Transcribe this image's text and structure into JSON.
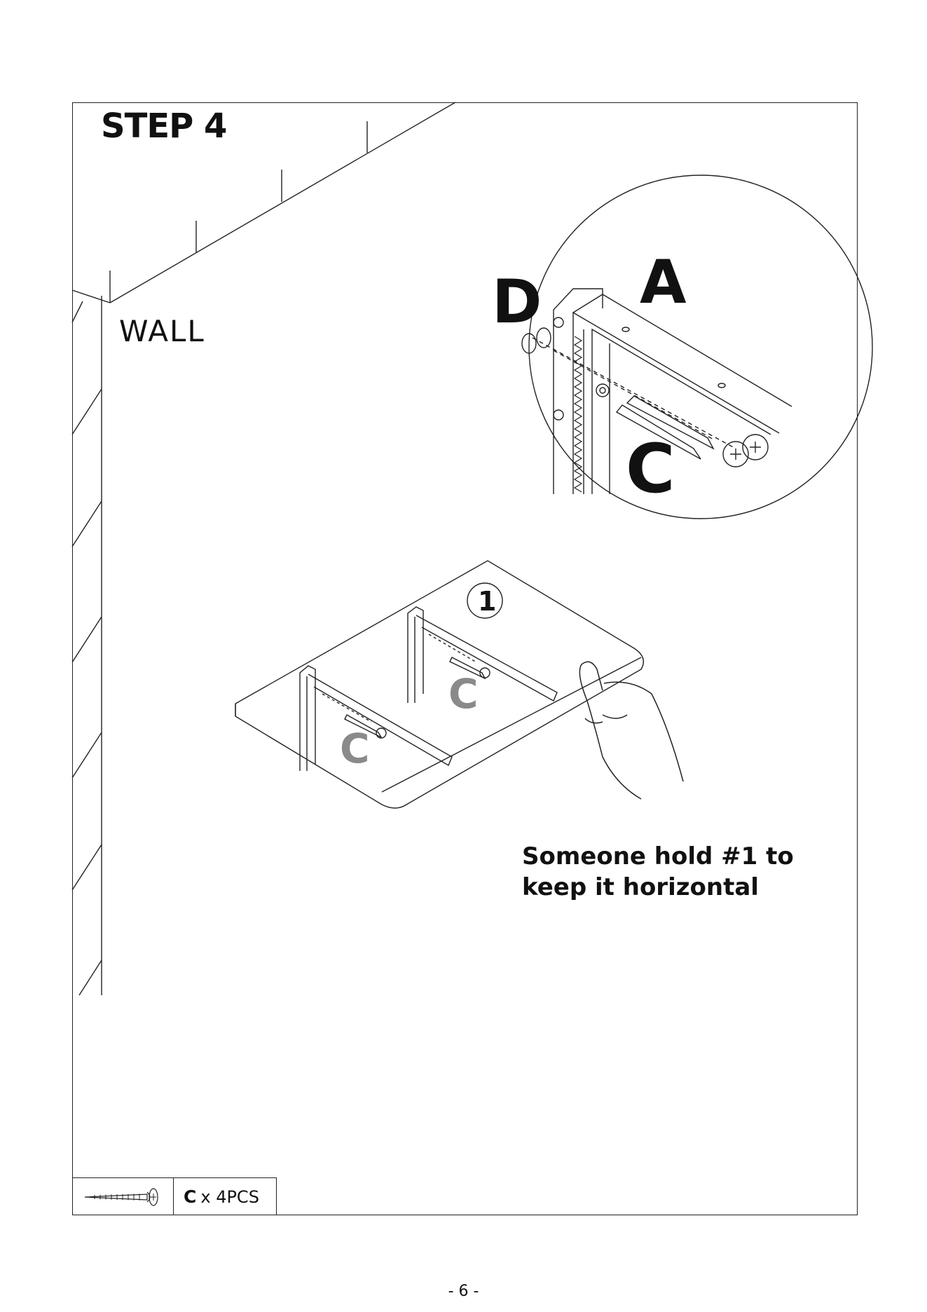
{
  "step": {
    "title": "STEP 4"
  },
  "wall": {
    "label": "WALL"
  },
  "callouts": {
    "d": "D",
    "a": "A",
    "c": "C",
    "c_board_1": "C",
    "c_board_2": "C",
    "part_number": "1"
  },
  "instruction": {
    "line1": "Someone hold #1 to",
    "line2": "keep it horizontal"
  },
  "parts": {
    "letter": "C",
    "quantity": "x 4PCS",
    "icon": "screw-icon"
  },
  "page": {
    "number": "- 6 -"
  },
  "colors": {
    "ink": "#111111",
    "callout_gray": "#8a8a8a"
  }
}
